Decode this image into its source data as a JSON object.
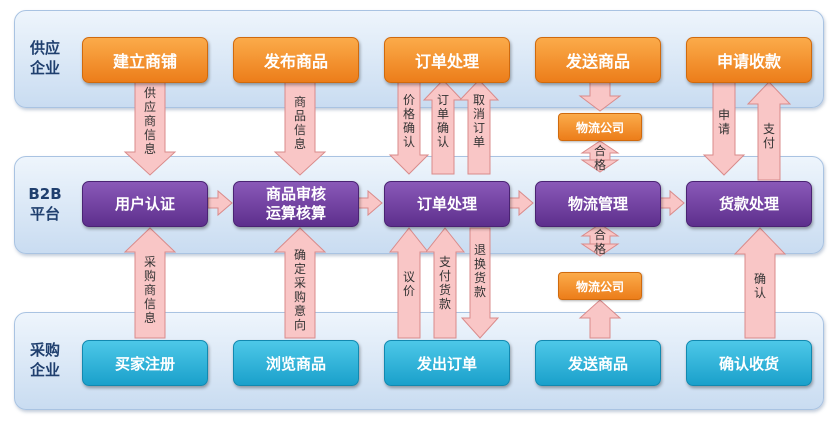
{
  "bands": {
    "supplier": "供应\n企业",
    "platform": "B2B\n平台",
    "buyer": "采购\n企业"
  },
  "supplier_boxes": [
    "建立商铺",
    "发布商品",
    "订单处理",
    "发送商品",
    "申请收款"
  ],
  "platform_boxes": [
    "用户认证",
    "商品审核\n运算核算",
    "订单处理",
    "物流管理",
    "货款处理"
  ],
  "buyer_boxes": [
    "买家注册",
    "浏览商品",
    "发出订单",
    "发送商品",
    "确认收货"
  ],
  "logistics": {
    "top": "物流公司",
    "bottom": "物流公司",
    "top_link": "合格",
    "bottom_link": "合格"
  },
  "arrow_labels": {
    "supplier_info": "供应商信息",
    "product_info": "商品信息",
    "price_confirm": "价格确认",
    "order_confirm": "订单确认",
    "cancel_order": "取消订单",
    "apply": "申请",
    "pay_supplier": "支付",
    "buyer_info": "采购商信息",
    "purchase_intent": "确定采购意向",
    "negotiate": "议价",
    "pay_goods": "支付货款",
    "return_goods": "退换货款",
    "confirm": "确认"
  },
  "colors": {
    "orange": "#ec7d1a",
    "purple": "#5d2f8d",
    "cyan": "#1aa0cb",
    "arrow_fill": "#f9c6c6",
    "arrow_stroke": "#d98b8b",
    "band": "#c9dcf1"
  }
}
